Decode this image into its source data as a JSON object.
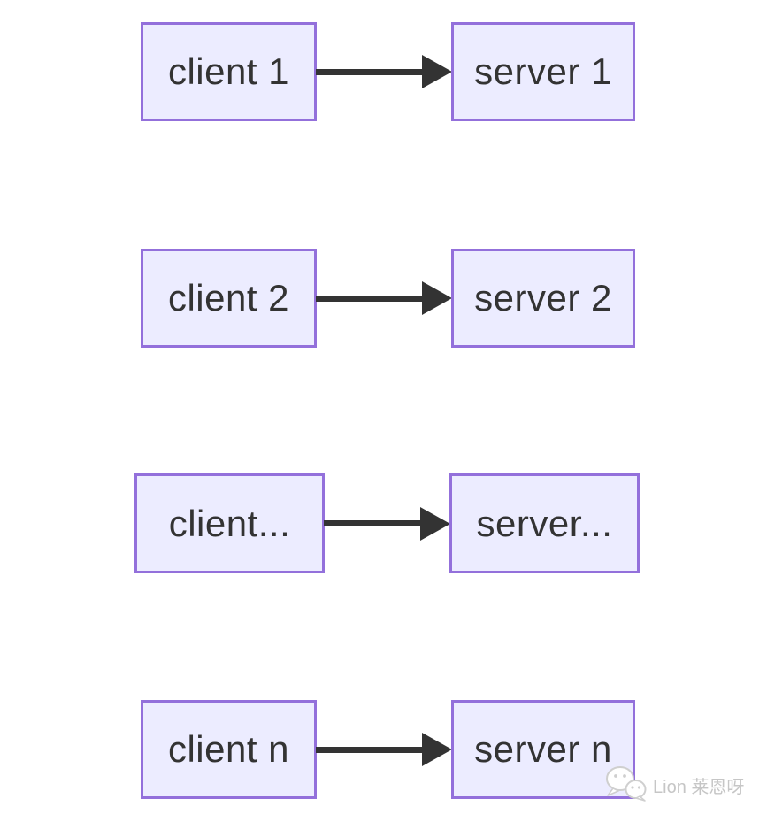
{
  "diagram": {
    "type": "flowchart",
    "rows": [
      {
        "client": "client 1",
        "server": "server 1"
      },
      {
        "client": "client 2",
        "server": "server 2"
      },
      {
        "client": "client...",
        "server": "server..."
      },
      {
        "client": "client n",
        "server": "server n"
      }
    ],
    "colors": {
      "node_fill": "#ECECFF",
      "node_border": "#9370DB",
      "arrow": "#333333",
      "text": "#333333",
      "background": "#FFFFFF",
      "watermark_text": "#C6C6C6"
    }
  },
  "watermark": {
    "label": "Lion 莱恩呀",
    "icon": "wechat-icon"
  }
}
